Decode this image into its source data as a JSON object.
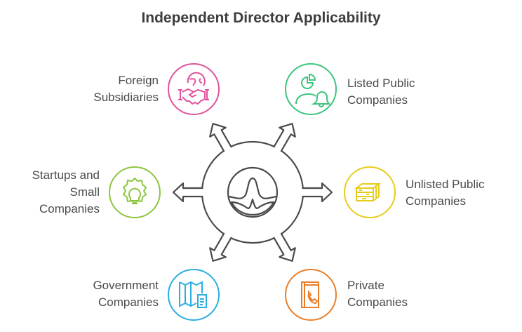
{
  "title": "Independent Director Applicability",
  "center": {
    "icon": "bell-curve-icon"
  },
  "items": [
    {
      "label": [
        "Foreign",
        "Subsidiaries"
      ],
      "icon": "globe-handshake-icon",
      "color": "#e0529c"
    },
    {
      "label": [
        "Listed Public",
        "Companies"
      ],
      "icon": "person-chart-bell-icon",
      "color": "#3cc47c"
    },
    {
      "label": [
        "Startups and",
        "Small",
        "Companies"
      ],
      "icon": "lightbulb-gear-icon",
      "color": "#8cc63f"
    },
    {
      "label": [
        "Unlisted Public",
        "Companies"
      ],
      "icon": "money-stack-icon",
      "color": "#e8cc1c"
    },
    {
      "label": [
        "Government",
        "Companies"
      ],
      "icon": "map-document-icon",
      "color": "#2aaee0"
    },
    {
      "label": [
        "Private",
        "Companies"
      ],
      "icon": "phone-book-icon",
      "color": "#e87e2a"
    }
  ]
}
